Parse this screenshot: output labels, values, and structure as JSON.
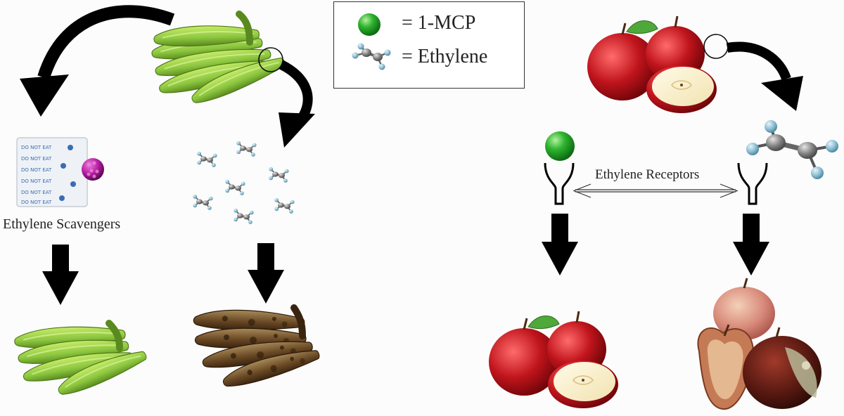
{
  "legend": {
    "mcp_label": "= 1-MCP",
    "ethylene_label": "= Ethylene"
  },
  "labels": {
    "scavengers": "Ethylene Scavengers",
    "receptors": "Ethylene Receptors"
  },
  "colors": {
    "banana_green": "#8cc63f",
    "banana_dark": "#5a7d1a",
    "ripe_banana": "#6b4a25",
    "apple_red": "#c0141c",
    "mcp_green": "#22aa22",
    "molecule_grey": "#7a7a7a",
    "molecule_blue": "#9cc8dc",
    "scavenger_pink": "#b01aa0",
    "arrow": "#000000"
  }
}
